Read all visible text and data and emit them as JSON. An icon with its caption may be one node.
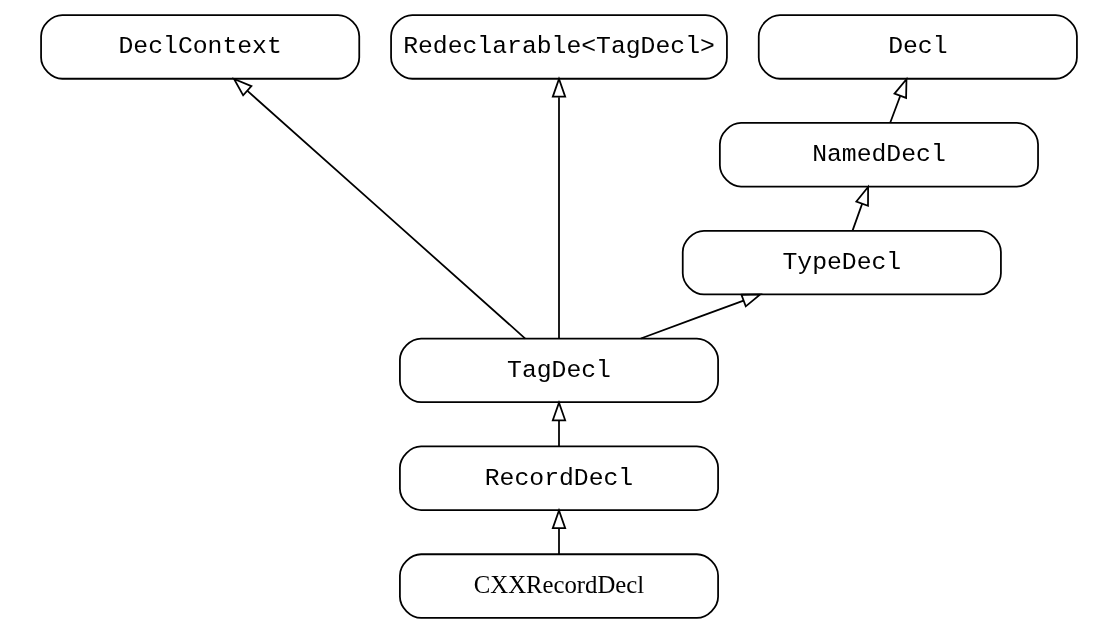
{
  "diagram": {
    "nodes": [
      {
        "text": [
          "DeclContext"
        ]
      },
      {
        "text": [
          "Decl"
        ]
      },
      {
        "text": [
          "Redeclarable<TagDecl>"
        ]
      },
      {
        "text": [
          "NamedDecl"
        ]
      },
      {
        "text": [
          "TypeDecl"
        ]
      },
      {
        "text": [
          "TagDecl"
        ]
      },
      {
        "text": [
          "RecordDecl"
        ]
      },
      {
        "text": [
          "CXXRecordDecl"
        ]
      }
    ],
    "edges": [
      {
        "from": 3,
        "to": 1,
        "arrow": "to"
      },
      {
        "from": 4,
        "to": 3,
        "arrow": "to"
      },
      {
        "from": 5,
        "to": 4,
        "arrow": "to"
      },
      {
        "from": 5,
        "to": 0,
        "arrow": "to"
      },
      {
        "from": 5,
        "to": 2,
        "arrow": "to"
      },
      {
        "from": 6,
        "to": 5,
        "arrow": "to"
      },
      {
        "from": 7,
        "to": 6,
        "arrow": "to"
      }
    ]
  }
}
